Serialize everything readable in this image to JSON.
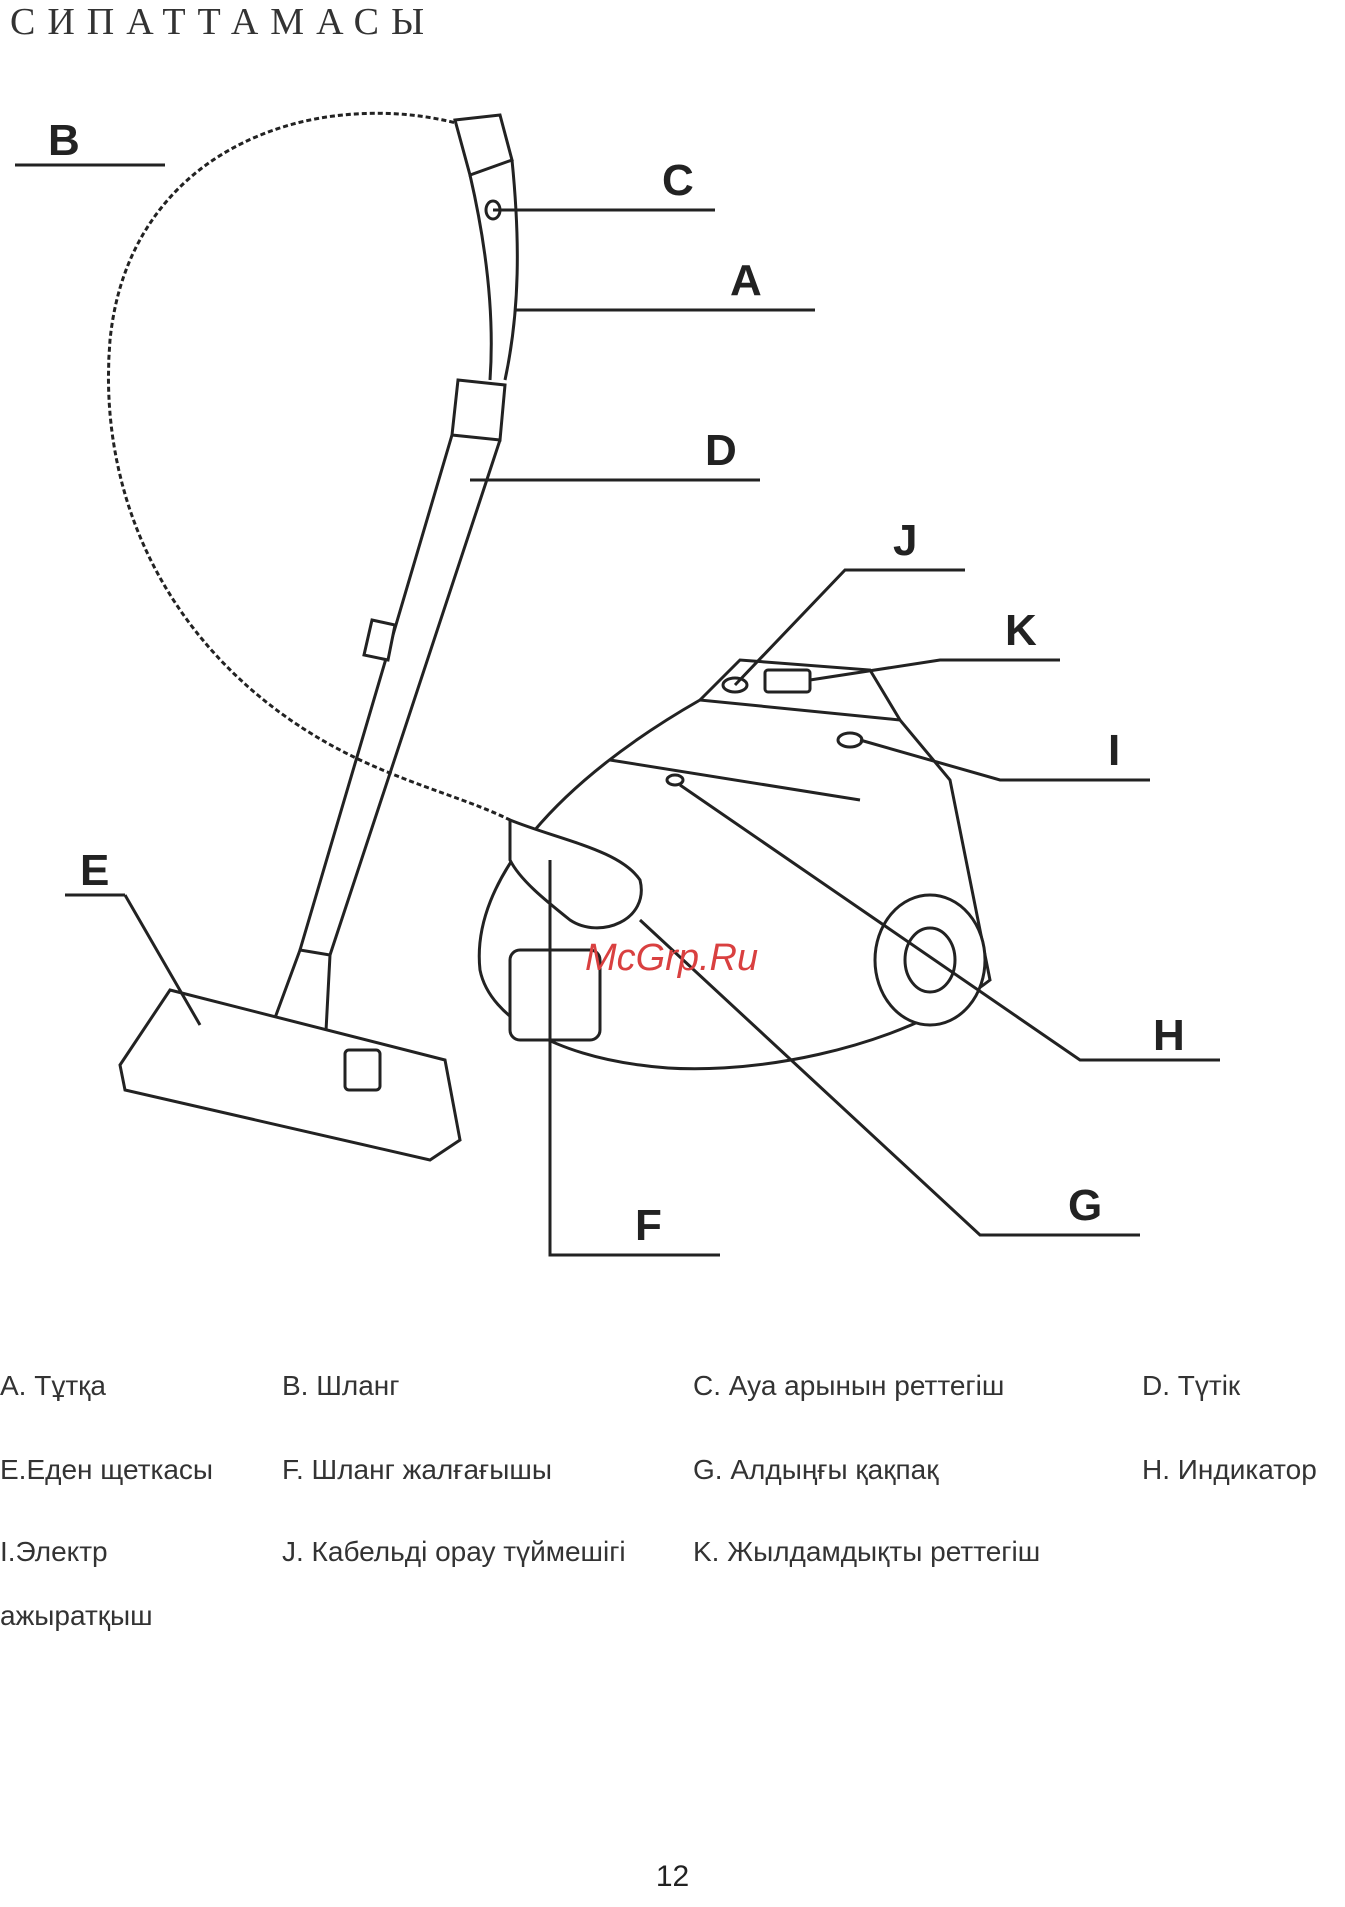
{
  "page": {
    "title": "СИПАТТАМАСЫ",
    "page_number": "12",
    "watermark": "McGrp.Ru"
  },
  "diagram": {
    "callouts": {
      "A": "A",
      "B": "B",
      "C": "C",
      "D": "D",
      "E": "E",
      "F": "F",
      "G": "G",
      "H": "H",
      "I": "I",
      "J": "J",
      "K": "K"
    }
  },
  "legend": {
    "A": "A. Тұтқа",
    "B": "B. Шланг",
    "C": "C. Ауа арынын реттегіш",
    "D": "D. Түтік",
    "E": "E.Еден щеткасы",
    "F": "F. Шланг жалғағышы",
    "G": "G. Алдыңғы қақпақ",
    "H": "H. Индикатор",
    "I_line1": "I.Электр",
    "I_line2": "ажыратқыш",
    "J": "J. Кабельді    орау түймешігі",
    "K": "K. Жылдамдықты реттегіш"
  },
  "colors": {
    "ink": "#222222",
    "watermark": "#d94040",
    "background": "#ffffff"
  }
}
